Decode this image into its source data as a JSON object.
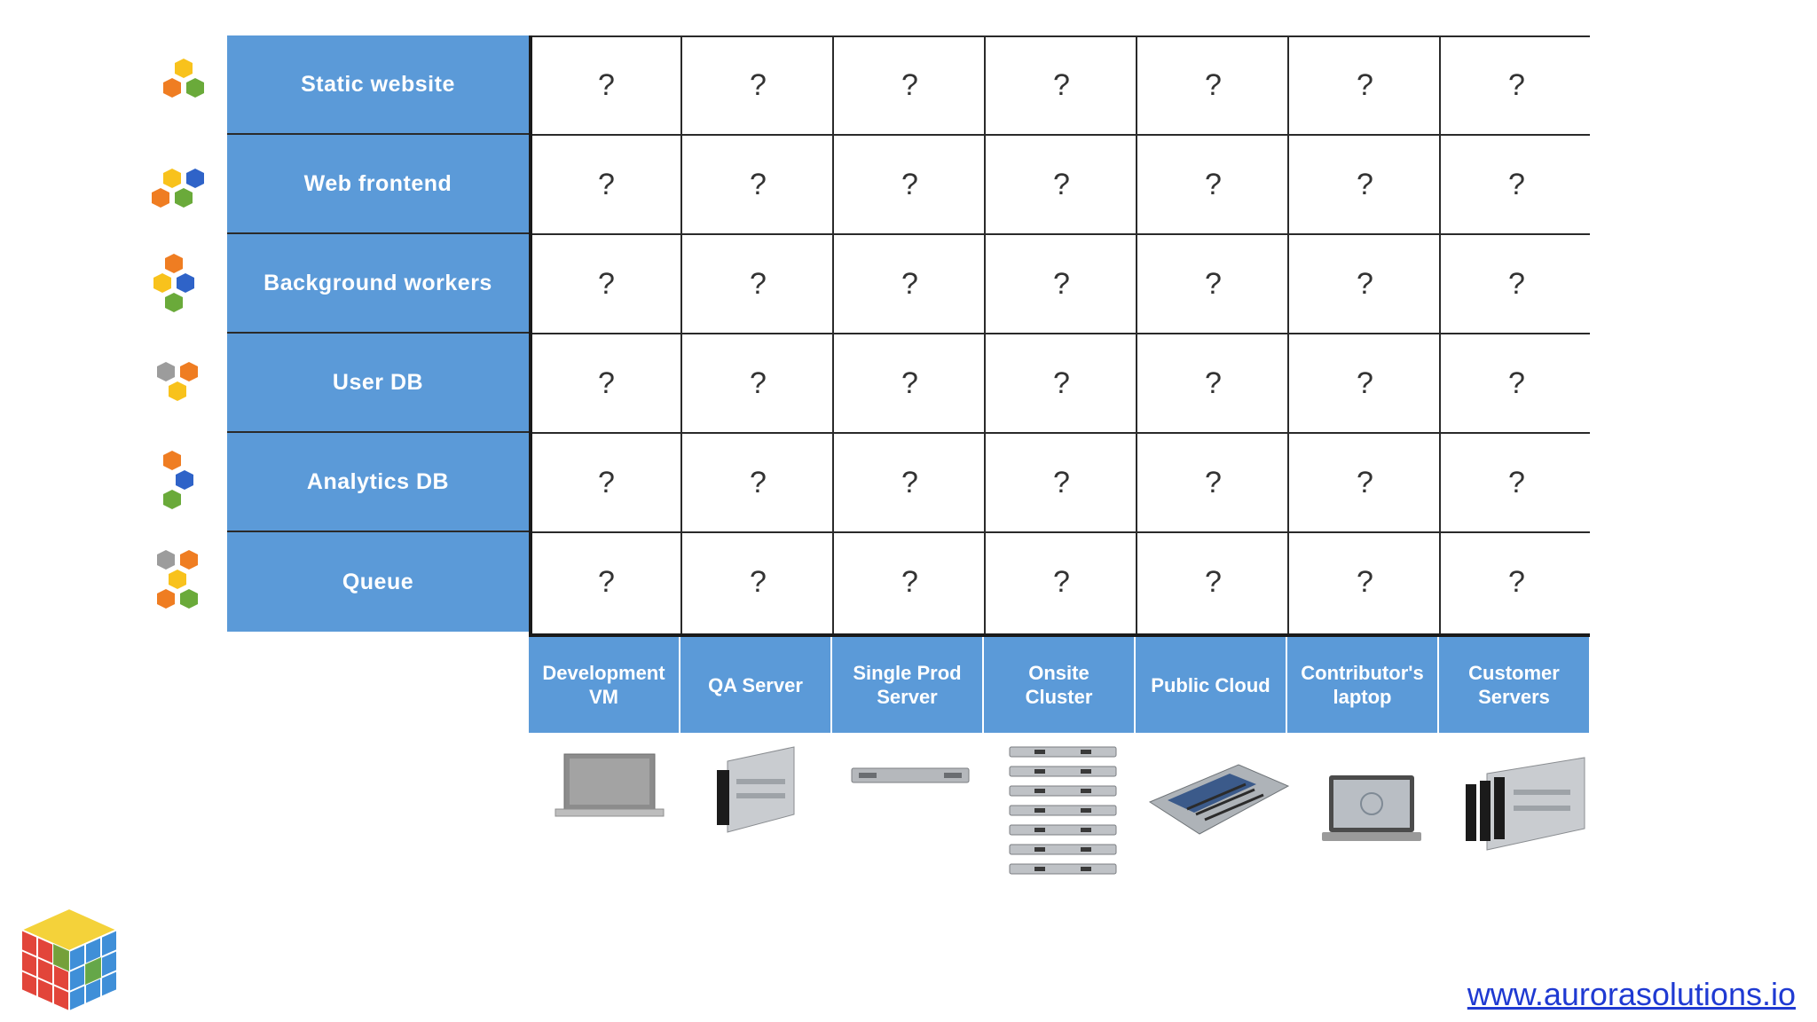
{
  "rows": [
    {
      "label": "Static website",
      "icon": "hex-cluster-icon"
    },
    {
      "label": "Web frontend",
      "icon": "hex-cluster-icon"
    },
    {
      "label": "Background workers",
      "icon": "hex-cluster-icon"
    },
    {
      "label": "User DB",
      "icon": "hex-cluster-icon"
    },
    {
      "label": "Analytics DB",
      "icon": "hex-cluster-icon"
    },
    {
      "label": "Queue",
      "icon": "hex-cluster-icon"
    }
  ],
  "columns": [
    {
      "label": "Development\nVM",
      "image": "laptop-image"
    },
    {
      "label": "QA Server",
      "image": "blade-server-image"
    },
    {
      "label": "Single Prod\nServer",
      "image": "rack-server-image"
    },
    {
      "label": "Onsite\nCluster",
      "image": "server-stack-image"
    },
    {
      "label": "Public Cloud",
      "image": "motherboard-image"
    },
    {
      "label": "Contributor's\nlaptop",
      "image": "laptop-image"
    },
    {
      "label": "Customer\nServers",
      "image": "blade-server-image"
    }
  ],
  "cell_value": "?",
  "website": "www.aurorasolutions.io",
  "colors": {
    "header_blue": "#5b9ad8",
    "hex_yellow": "#f8c21c",
    "hex_orange": "#ef7d22",
    "hex_green": "#6aaa3a",
    "hex_blue": "#2f63c8",
    "hex_gray": "#9c9c9c",
    "link": "#1f3ad2"
  }
}
